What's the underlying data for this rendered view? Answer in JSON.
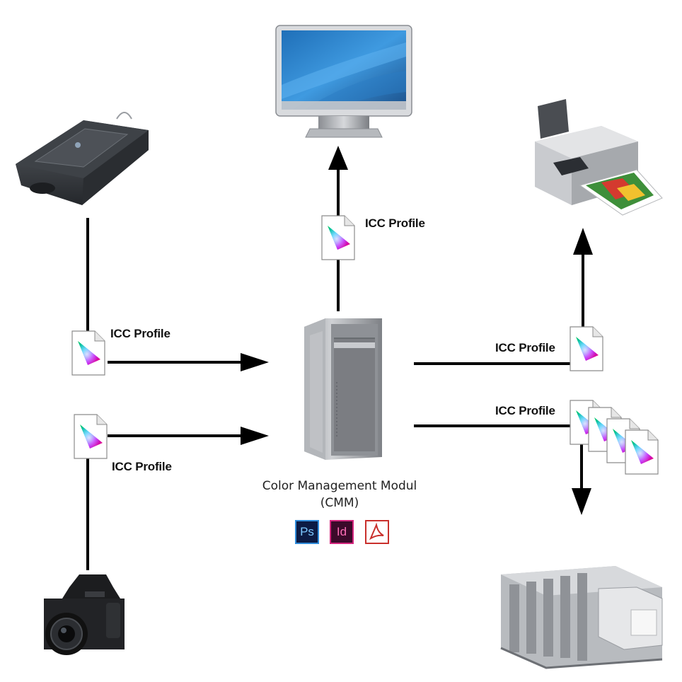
{
  "labels": {
    "icc_monitor": "ICC Profile",
    "icc_scanner": "ICC Profile",
    "icc_camera": "ICC Profile",
    "icc_printer": "ICC Profile",
    "icc_press": "ICC Profile"
  },
  "cmm": {
    "line1": "Color Management Modul",
    "line2": "(CMM)"
  },
  "apps": {
    "photoshop": "Ps",
    "indesign": "Id"
  },
  "colors": {
    "arrow": "#000000",
    "background": "#ffffff",
    "photoshop_border": "#2f8bd9",
    "indesign_border": "#d4267e",
    "acrobat_red": "#c9302c"
  },
  "icons": [
    "monitor-icon",
    "scanner-icon",
    "camera-icon",
    "printer-icon",
    "printing-press-icon",
    "computer-tower-icon",
    "icc-profile-icon",
    "photoshop-icon",
    "indesign-icon",
    "acrobat-icon"
  ]
}
